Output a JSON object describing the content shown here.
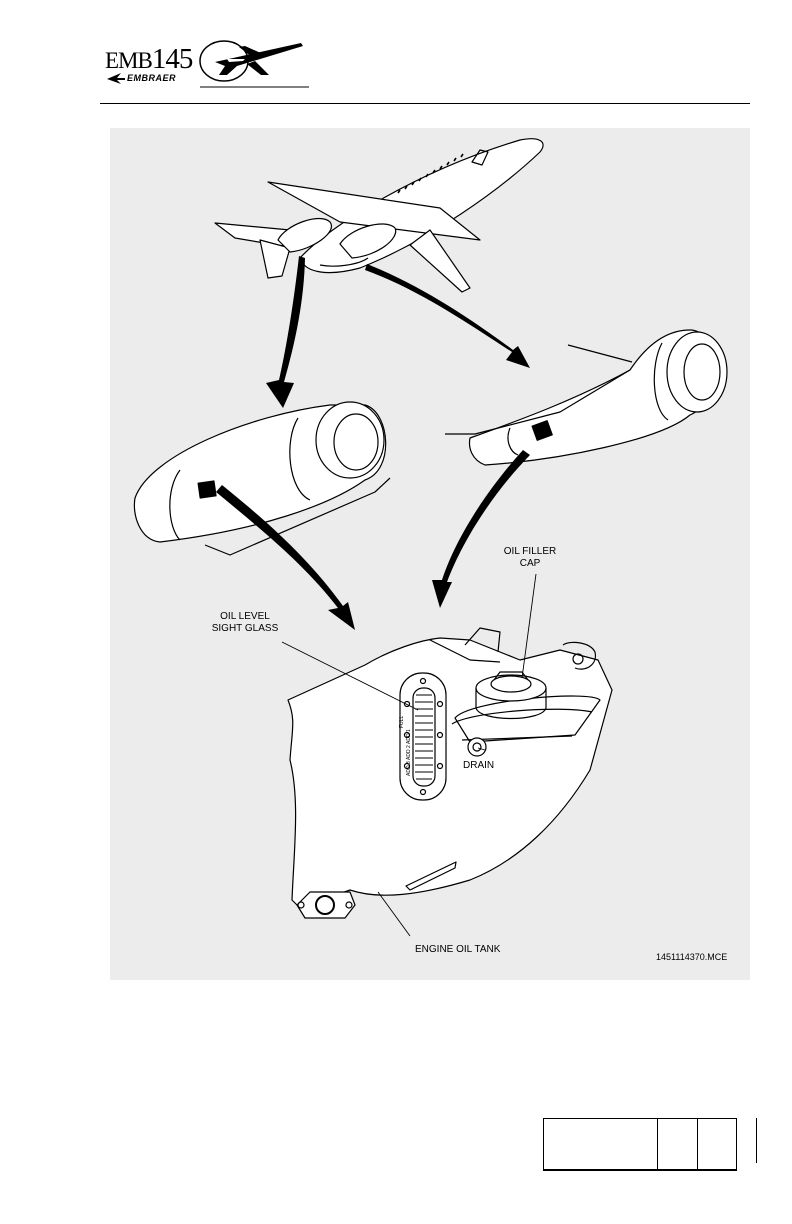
{
  "header": {
    "logo_model_prefix": "EMB",
    "logo_model_number": "145",
    "logo_brand": "EMBRAER"
  },
  "figure": {
    "labels": {
      "oil_filler_cap": "OIL FILLER\nCAP",
      "oil_level_sight_glass": "OIL LEVEL\nSIGHT GLASS",
      "drain": "DRAIN",
      "engine_oil_tank": "ENGINE OIL TANK"
    },
    "gauge_marks": [
      "FULL",
      "ADD 1",
      "ADD 2",
      "ADD 3"
    ],
    "reference_code": "1451114370.MCE"
  },
  "footer": {
    "cells": [
      "",
      "",
      ""
    ]
  }
}
